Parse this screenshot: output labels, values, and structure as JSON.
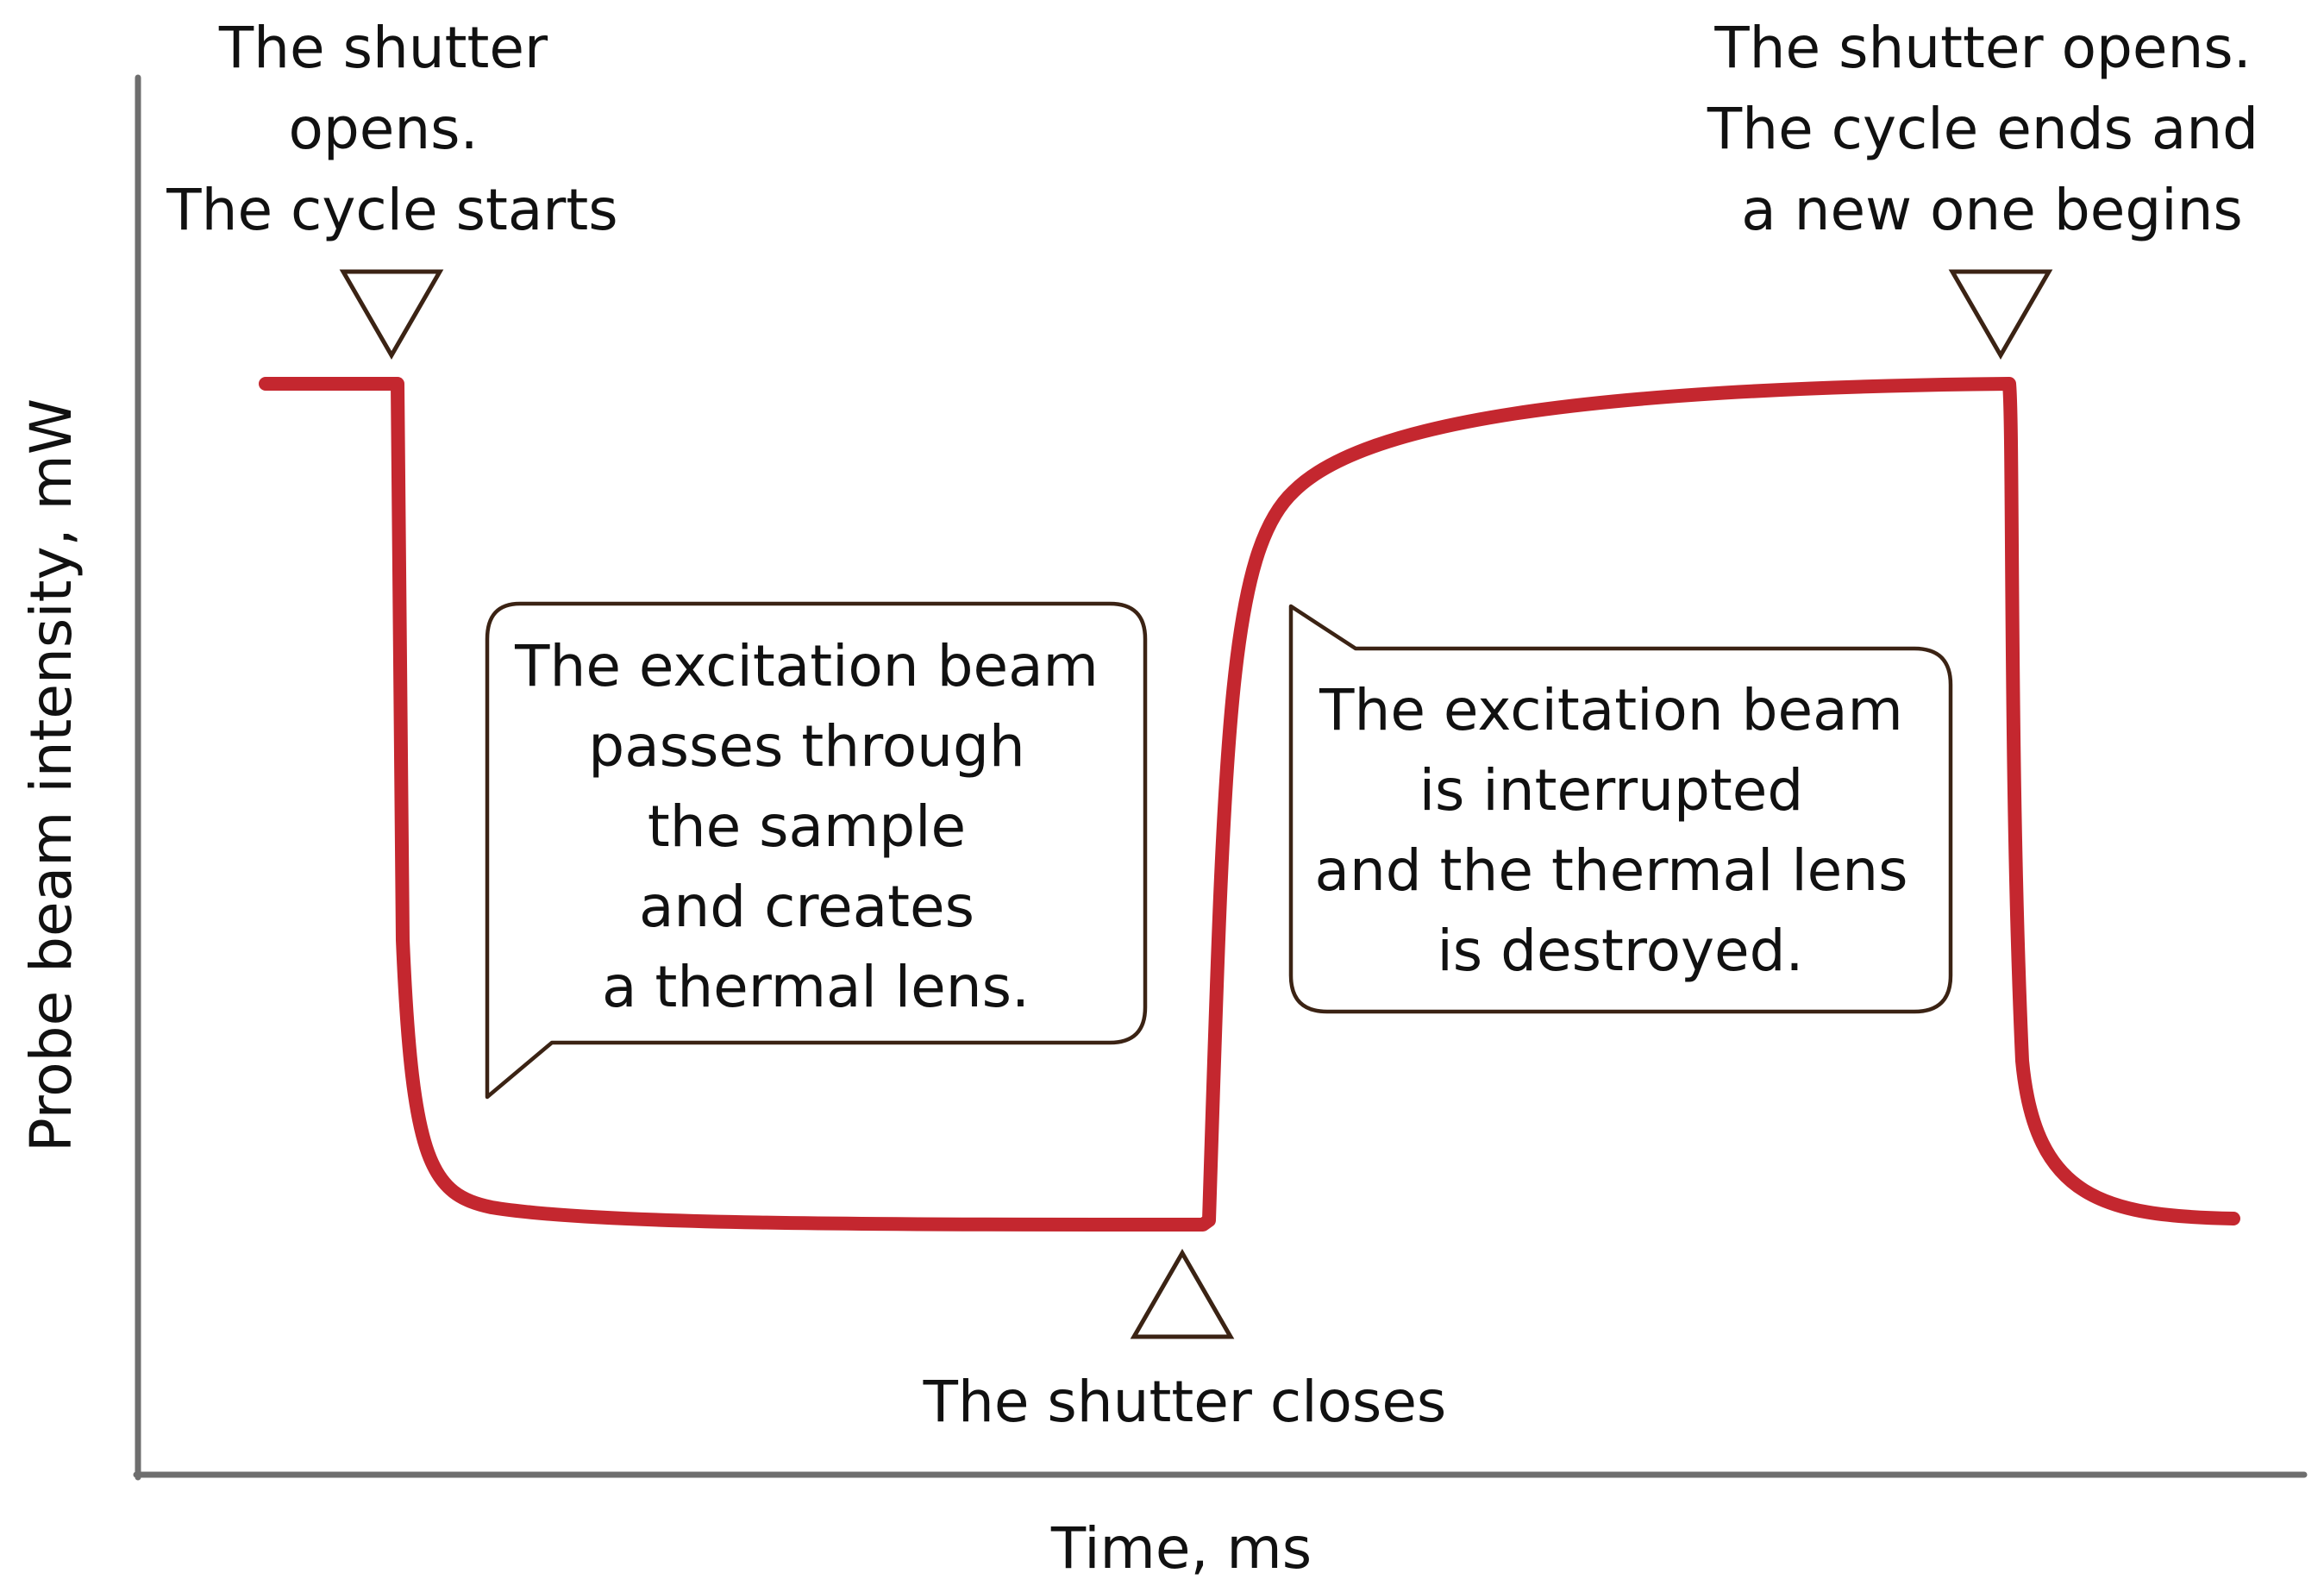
{
  "axes": {
    "x_label": "Time, ms",
    "y_label": "Probe beam intensity, mW"
  },
  "annotations": {
    "shutter_opens_start": [
      "The shutter",
      "opens.",
      "The cycle starts"
    ],
    "shutter_opens_end": [
      "The shutter opens.",
      "The cycle ends and",
      "a new one begins"
    ],
    "shutter_closes": "The shutter closes",
    "excitation_passes": [
      "The excitation beam",
      "passes through",
      "the sample",
      "and creates",
      "a thermal lens."
    ],
    "excitation_interrupted": [
      "The excitation beam",
      "is interrupted",
      "and the thermal lens",
      "is destroyed."
    ]
  },
  "colors": {
    "curve": "#c4272f",
    "axes": "#6e6e6e",
    "marker": "#3b2314",
    "callout_border": "#3b2314",
    "text": "#111111"
  }
}
